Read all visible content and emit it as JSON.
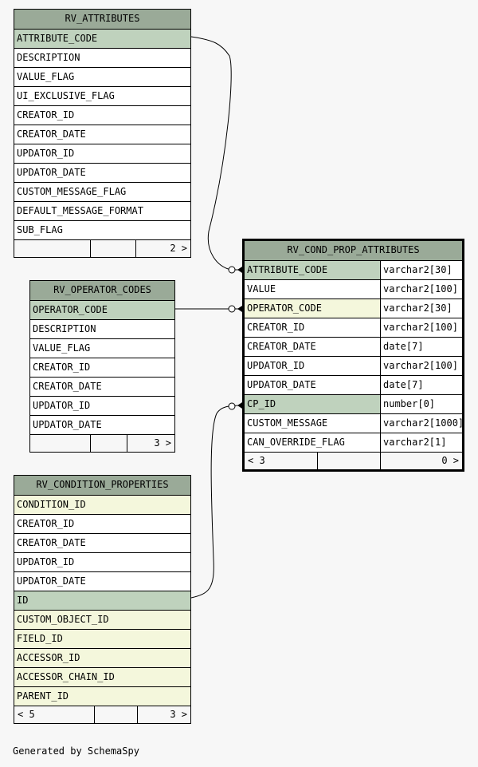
{
  "tables": {
    "rv_attributes": {
      "name": "RV_ATTRIBUTES",
      "rows": [
        {
          "label": "ATTRIBUTE_CODE",
          "kind": "pk"
        },
        {
          "label": "DESCRIPTION",
          "kind": "plain"
        },
        {
          "label": "VALUE_FLAG",
          "kind": "plain"
        },
        {
          "label": "UI_EXCLUSIVE_FLAG",
          "kind": "plain"
        },
        {
          "label": "CREATOR_ID",
          "kind": "plain"
        },
        {
          "label": "CREATOR_DATE",
          "kind": "plain"
        },
        {
          "label": "UPDATOR_ID",
          "kind": "plain"
        },
        {
          "label": "UPDATOR_DATE",
          "kind": "plain"
        },
        {
          "label": "CUSTOM_MESSAGE_FLAG",
          "kind": "plain"
        },
        {
          "label": "DEFAULT_MESSAGE_FORMAT",
          "kind": "plain"
        },
        {
          "label": "SUB_FLAG",
          "kind": "plain"
        }
      ],
      "footer": {
        "parents": "",
        "children": "2 >"
      }
    },
    "rv_operator_codes": {
      "name": "RV_OPERATOR_CODES",
      "rows": [
        {
          "label": "OPERATOR_CODE",
          "kind": "pk"
        },
        {
          "label": "DESCRIPTION",
          "kind": "plain"
        },
        {
          "label": "VALUE_FLAG",
          "kind": "plain"
        },
        {
          "label": "CREATOR_ID",
          "kind": "plain"
        },
        {
          "label": "CREATOR_DATE",
          "kind": "plain"
        },
        {
          "label": "UPDATOR_ID",
          "kind": "plain"
        },
        {
          "label": "UPDATOR_DATE",
          "kind": "plain"
        }
      ],
      "footer": {
        "parents": "",
        "children": "3 >"
      }
    },
    "rv_condition_properties": {
      "name": "RV_CONDITION_PROPERTIES",
      "rows": [
        {
          "label": "CONDITION_ID",
          "kind": "fk"
        },
        {
          "label": "CREATOR_ID",
          "kind": "plain"
        },
        {
          "label": "CREATOR_DATE",
          "kind": "plain"
        },
        {
          "label": "UPDATOR_ID",
          "kind": "plain"
        },
        {
          "label": "UPDATOR_DATE",
          "kind": "plain"
        },
        {
          "label": "ID",
          "kind": "pk"
        },
        {
          "label": "CUSTOM_OBJECT_ID",
          "kind": "fk"
        },
        {
          "label": "FIELD_ID",
          "kind": "fk"
        },
        {
          "label": "ACCESSOR_ID",
          "kind": "fk"
        },
        {
          "label": "ACCESSOR_CHAIN_ID",
          "kind": "fk"
        },
        {
          "label": "PARENT_ID",
          "kind": "fk"
        }
      ],
      "footer": {
        "parents": "< 5",
        "children": "3 >"
      }
    },
    "rv_cond_prop_attributes": {
      "name": "RV_COND_PROP_ATTRIBUTES",
      "rows": [
        {
          "label": "ATTRIBUTE_CODE",
          "type": "varchar2[30]",
          "kind": "pk"
        },
        {
          "label": "VALUE",
          "type": "varchar2[100]",
          "kind": "plain"
        },
        {
          "label": "OPERATOR_CODE",
          "type": "varchar2[30]",
          "kind": "fk"
        },
        {
          "label": "CREATOR_ID",
          "type": "varchar2[100]",
          "kind": "plain"
        },
        {
          "label": "CREATOR_DATE",
          "type": "date[7]",
          "kind": "plain"
        },
        {
          "label": "UPDATOR_ID",
          "type": "varchar2[100]",
          "kind": "plain"
        },
        {
          "label": "UPDATOR_DATE",
          "type": "date[7]",
          "kind": "plain"
        },
        {
          "label": "CP_ID",
          "type": "number[0]",
          "kind": "pk"
        },
        {
          "label": "CUSTOM_MESSAGE",
          "type": "varchar2[1000]",
          "kind": "plain"
        },
        {
          "label": "CAN_OVERRIDE_FLAG",
          "type": "varchar2[1]",
          "kind": "plain"
        }
      ],
      "footer": {
        "parents": "< 3",
        "children": "0 >"
      }
    }
  },
  "credit": "Generated by SchemaSpy",
  "colors": {
    "header": "#9aaa98",
    "primary_key": "#bfd2bd",
    "foreign_key": "#f4f7dc",
    "background": "#f7f7f7"
  }
}
